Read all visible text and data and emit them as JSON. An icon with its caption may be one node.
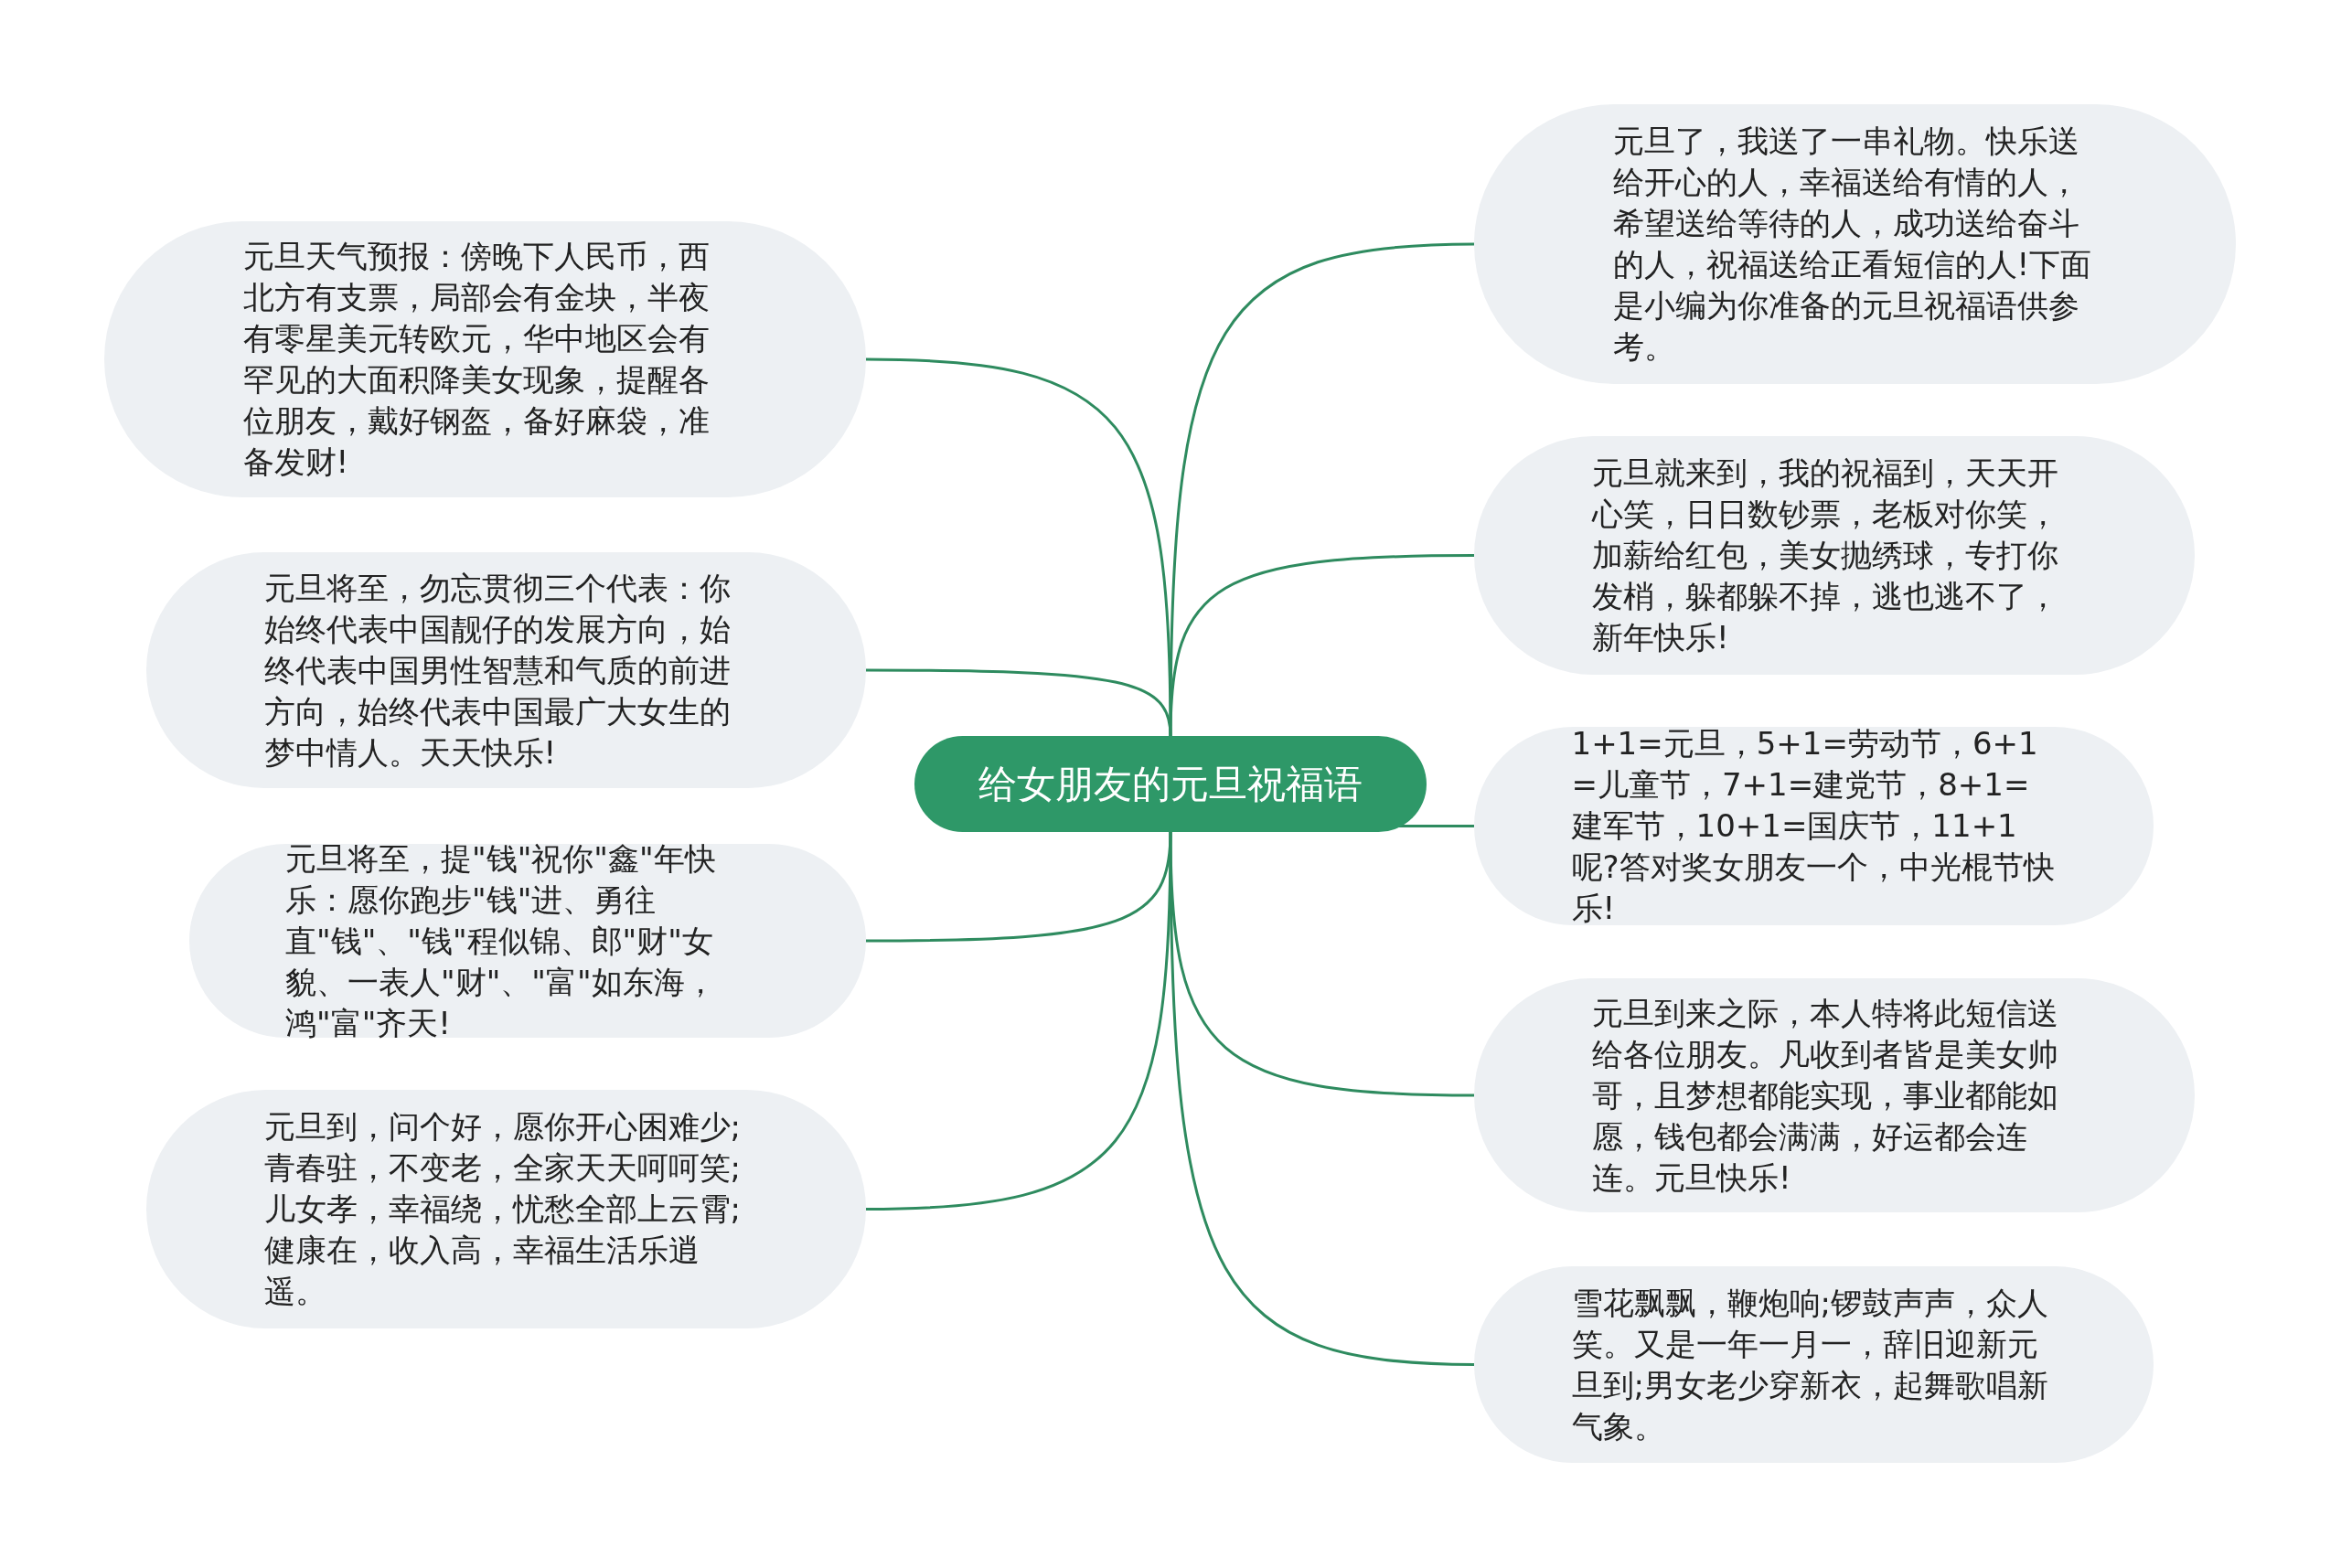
{
  "diagram": {
    "nodes": [
      {
        "text": [
          "给女朋友的元旦祝福语"
        ]
      },
      {
        "text": [
          "元旦天气预报：傍晚下人民币，西北方有支票，局部会有金块，半夜有零星美元转欧元，华中地区会有罕见的大面积降美女现象，提醒各位朋友，戴好钢盔，备好麻袋，准备发财!"
        ]
      },
      {
        "text": [
          "元旦将至，勿忘贯彻三个代表：你始终代表中国靓仔的发展方向，始终代表中国男性智慧和气质的前进方向，始终代表中国最广大女生的梦中情人。天天快乐!"
        ]
      },
      {
        "text": [
          "元旦将至，提\"钱\"祝你\"鑫\"年快乐：愿你跑步\"钱\"进、勇往直\"钱\"、\"钱\"程似锦、郎\"财\"女貌、一表人\"财\"、\"富\"如东海，鸿\"富\"齐天!"
        ]
      },
      {
        "text": [
          "元旦到，问个好，愿你开心困难少;青春驻，不变老，全家天天呵呵笑;儿女孝，幸福绕，忧愁全部上云霄;健康在，收入高，幸福生活乐逍遥。"
        ]
      },
      {
        "text": [
          "元旦了，我送了一串礼物。快乐送给开心的人，幸福送给有情的人，希望送给等待的人，成功送给奋斗的人，祝福送给正看短信的人!下面是小编为你准备的元旦祝福语供参考。"
        ]
      },
      {
        "text": [
          "元旦就来到，我的祝福到，天天开心笑，日日数钞票，老板对你笑，加薪给红包，美女抛绣球，专打你发梢，躲都躲不掉，逃也逃不了，新年快乐!"
        ]
      },
      {
        "text": [
          "1+1=元旦，5+1=劳动节，6+1=儿童节，7+1=建党节，8+1=建军节，10+1=国庆节，11+1呢?答对奖女朋友一个，中光棍节快乐!"
        ]
      },
      {
        "text": [
          "元旦到来之际，本人特将此短信送给各位朋友。凡收到者皆是美女帅哥，且梦想都能实现，事业都能如愿，钱包都会满满，好运都会连连。元旦快乐!"
        ]
      },
      {
        "text": [
          "雪花飘飘，鞭炮响;锣鼓声声，众人笑。又是一年一月一，辞旧迎新元旦到;男女老少穿新衣，起舞歌唱新气象。"
        ]
      }
    ],
    "edges": [
      {
        "from": 0,
        "to": 1,
        "arrow": "none"
      },
      {
        "from": 0,
        "to": 2,
        "arrow": "none"
      },
      {
        "from": 0,
        "to": 3,
        "arrow": "none"
      },
      {
        "from": 0,
        "to": 4,
        "arrow": "none"
      },
      {
        "from": 0,
        "to": 5,
        "arrow": "none"
      },
      {
        "from": 0,
        "to": 6,
        "arrow": "none"
      },
      {
        "from": 0,
        "to": 7,
        "arrow": "none"
      },
      {
        "from": 0,
        "to": 8,
        "arrow": "none"
      },
      {
        "from": 0,
        "to": 9,
        "arrow": "none"
      }
    ]
  }
}
